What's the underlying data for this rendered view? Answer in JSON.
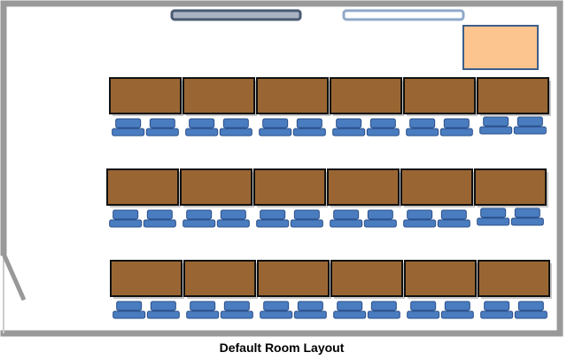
{
  "caption": "Default Room Layout",
  "colors": {
    "wall": "#999999",
    "table_fill": "#996633",
    "table_border": "#111111",
    "chair_fill": "#4a7cc0",
    "chair_border": "#2a4f8a",
    "front_screen_fill": "#a9b3c2",
    "front_screen_border": "#4a5a72",
    "second_screen_fill": "#ffffff",
    "second_screen_border": "#8fa9c8",
    "podium_fill": "#fcc48e",
    "podium_border": "#3d5f8a"
  },
  "layout": {
    "table_rows": 3,
    "tables_per_row": 6,
    "chairs_per_table": 2
  }
}
